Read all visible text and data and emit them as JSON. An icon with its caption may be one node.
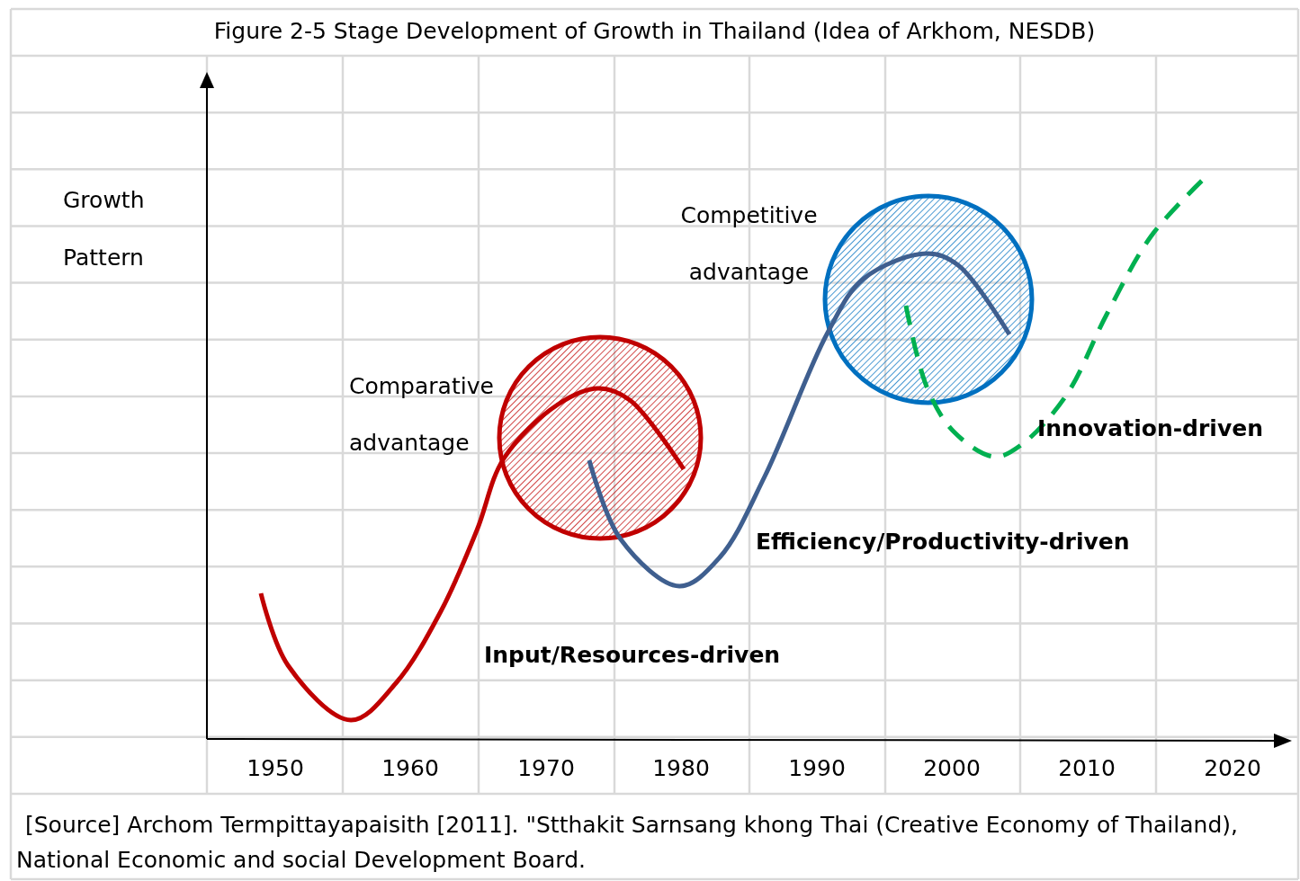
{
  "diagram": {
    "title": "Figure  2-5  Stage Development of Growth in Thailand (Idea of Arkhom, NESDB)",
    "caption": "[Source] Archom Termpittayapaisith [2011]. \"Stthakit Sarnsang khong Thai (Creative Economy of Thailand), National Economic and social Development Board.",
    "nodes": [
      {
        "text": [],
        "shape": "circle",
        "beside": [
          "Comparative advantage"
        ]
      },
      {
        "text": [],
        "shape": "circle",
        "beside": [
          "Competitive advantage"
        ]
      }
    ],
    "edges": [],
    "labels": [
      "Growth",
      "Pattern",
      "Innovation-driven",
      "Efficiency/Productivity-driven",
      "Input/Resources-driven",
      "1950",
      "1960",
      "1970",
      "1980",
      "1990",
      "2000",
      "2010",
      "2020"
    ]
  }
}
